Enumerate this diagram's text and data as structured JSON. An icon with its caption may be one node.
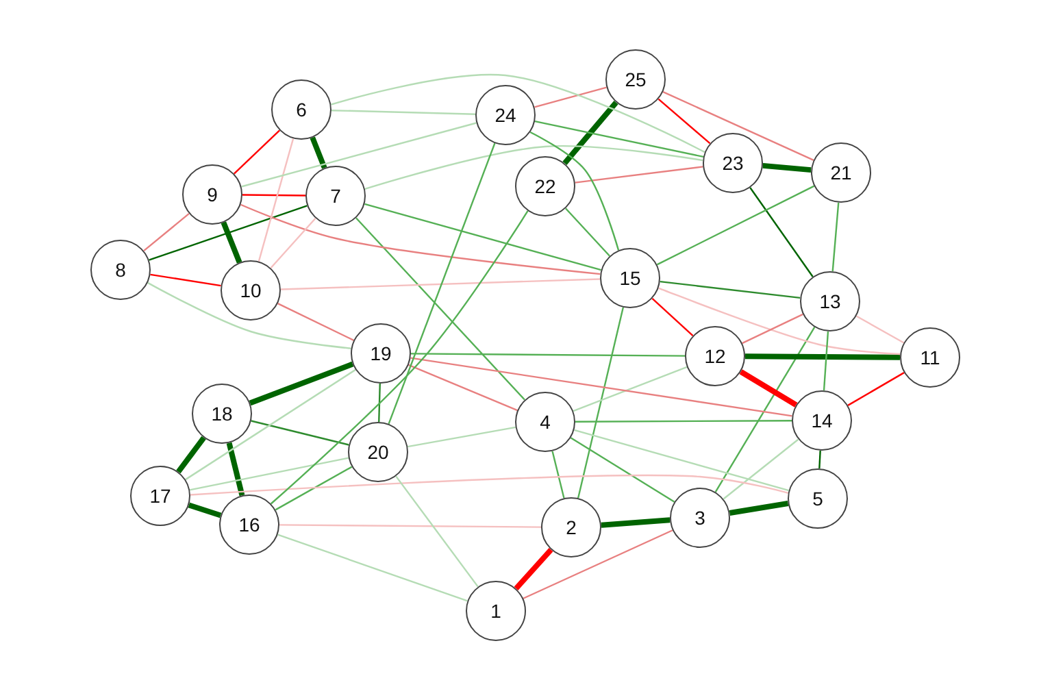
{
  "diagram": {
    "nodes": [
      {
        "text": [
          "1"
        ]
      },
      {
        "text": [
          "2"
        ]
      },
      {
        "text": [
          "3"
        ]
      },
      {
        "text": [
          "4"
        ]
      },
      {
        "text": [
          "5"
        ]
      },
      {
        "text": [
          "6"
        ]
      },
      {
        "text": [
          "7"
        ]
      },
      {
        "text": [
          "8"
        ]
      },
      {
        "text": [
          "9"
        ]
      },
      {
        "text": [
          "10"
        ]
      },
      {
        "text": [
          "11"
        ]
      },
      {
        "text": [
          "12"
        ]
      },
      {
        "text": [
          "13"
        ]
      },
      {
        "text": [
          "14"
        ]
      },
      {
        "text": [
          "15"
        ]
      },
      {
        "text": [
          "16"
        ]
      },
      {
        "text": [
          "17"
        ]
      },
      {
        "text": [
          "18"
        ]
      },
      {
        "text": [
          "19"
        ]
      },
      {
        "text": [
          "20"
        ]
      },
      {
        "text": [
          "21"
        ]
      },
      {
        "text": [
          "22"
        ]
      },
      {
        "text": [
          "23"
        ]
      },
      {
        "text": [
          "24"
        ]
      },
      {
        "text": [
          "25"
        ]
      }
    ],
    "edges": [
      {
        "from": 0,
        "to": 1,
        "arrow": "none",
        "style": "thick",
        "color": "#ff0000"
      },
      {
        "from": 0,
        "to": 2,
        "arrow": "none",
        "color": "#e88080"
      },
      {
        "from": 0,
        "to": 15,
        "arrow": "none",
        "color": "#b5dcb5"
      },
      {
        "from": 1,
        "to": 2,
        "arrow": "none",
        "style": "thick",
        "color": "#006400"
      },
      {
        "from": 2,
        "to": 4,
        "arrow": "none",
        "style": "thick",
        "color": "#006400"
      },
      {
        "from": 1,
        "to": 3,
        "arrow": "none"
      },
      {
        "from": 1,
        "to": 14,
        "arrow": "none"
      },
      {
        "from": 2,
        "to": 3,
        "arrow": "none"
      },
      {
        "from": 2,
        "to": 12,
        "arrow": "none"
      },
      {
        "from": 2,
        "to": 13,
        "arrow": "none",
        "color": "#b5dcb5"
      },
      {
        "from": 3,
        "to": 4,
        "arrow": "none",
        "color": "#b5dcb5"
      },
      {
        "from": 3,
        "to": 13,
        "arrow": "none"
      },
      {
        "from": 3,
        "to": 11,
        "arrow": "none",
        "color": "#b5dcb5"
      },
      {
        "from": 3,
        "to": 6,
        "arrow": "none"
      },
      {
        "from": 4,
        "to": 13,
        "arrow": "none",
        "color": "#006400"
      },
      {
        "from": 11,
        "to": 13,
        "arrow": "none",
        "style": "thick",
        "color": "#ff0000"
      },
      {
        "from": 10,
        "to": 13,
        "arrow": "none",
        "color": "#ff0000"
      },
      {
        "from": 10,
        "to": 11,
        "arrow": "none",
        "style": "thick",
        "color": "#006400"
      },
      {
        "from": 10,
        "to": 12,
        "arrow": "none",
        "color": "#f5c0c0"
      },
      {
        "from": 10,
        "to": 14,
        "arrow": "none",
        "color": "#f5c0c0"
      },
      {
        "from": 12,
        "to": 13,
        "arrow": "none"
      },
      {
        "from": 11,
        "to": 12,
        "arrow": "none",
        "color": "#e88080"
      },
      {
        "from": 11,
        "to": 14,
        "arrow": "none",
        "color": "#ff0000"
      },
      {
        "from": 12,
        "to": 14,
        "arrow": "none",
        "color": "#2e8b2e"
      },
      {
        "from": 12,
        "to": 22,
        "arrow": "none",
        "color": "#006400"
      },
      {
        "from": 12,
        "to": 20,
        "arrow": "none"
      },
      {
        "from": 14,
        "to": 20,
        "arrow": "none"
      },
      {
        "from": 14,
        "to": 21,
        "arrow": "none"
      },
      {
        "from": 20,
        "to": 22,
        "arrow": "none",
        "style": "thick",
        "color": "#006400"
      },
      {
        "from": 20,
        "to": 24,
        "arrow": "none",
        "color": "#e88080"
      },
      {
        "from": 22,
        "to": 24,
        "arrow": "none",
        "color": "#ff0000"
      },
      {
        "from": 21,
        "to": 24,
        "arrow": "none",
        "style": "thick",
        "color": "#006400"
      },
      {
        "from": 23,
        "to": 24,
        "arrow": "none",
        "color": "#e88080"
      },
      {
        "from": 21,
        "to": 22,
        "arrow": "none",
        "color": "#e88080"
      },
      {
        "from": 23,
        "to": 22,
        "arrow": "none"
      },
      {
        "from": 5,
        "to": 22,
        "arrow": "none",
        "color": "#b5dcb5"
      },
      {
        "from": 6,
        "to": 22,
        "arrow": "none",
        "color": "#b5dcb5"
      },
      {
        "from": 5,
        "to": 6,
        "arrow": "none",
        "style": "thick",
        "color": "#006400"
      },
      {
        "from": 5,
        "to": 8,
        "arrow": "none",
        "color": "#ff0000"
      },
      {
        "from": 6,
        "to": 8,
        "arrow": "none",
        "color": "#ff0000"
      },
      {
        "from": 7,
        "to": 8,
        "arrow": "none",
        "color": "#e88080"
      },
      {
        "from": 7,
        "to": 6,
        "arrow": "none",
        "color": "#006400"
      },
      {
        "from": 8,
        "to": 9,
        "arrow": "none",
        "style": "thick",
        "color": "#006400"
      },
      {
        "from": 7,
        "to": 9,
        "arrow": "none",
        "color": "#ff0000"
      },
      {
        "from": 7,
        "to": 18,
        "arrow": "none",
        "color": "#b5dcb5"
      },
      {
        "from": 9,
        "to": 18,
        "arrow": "none",
        "color": "#e88080"
      },
      {
        "from": 9,
        "to": 14,
        "arrow": "none",
        "color": "#f5c0c0"
      },
      {
        "from": 8,
        "to": 14,
        "arrow": "none",
        "color": "#e88080"
      },
      {
        "from": 6,
        "to": 14,
        "arrow": "none"
      },
      {
        "from": 5,
        "to": 9,
        "arrow": "none",
        "color": "#f5c0c0"
      },
      {
        "from": 6,
        "to": 9,
        "arrow": "none",
        "color": "#f5c0c0"
      },
      {
        "from": 18,
        "to": 11,
        "arrow": "none"
      },
      {
        "from": 18,
        "to": 13,
        "arrow": "none",
        "color": "#e88080"
      },
      {
        "from": 18,
        "to": 3,
        "arrow": "none",
        "color": "#e88080"
      },
      {
        "from": 17,
        "to": 18,
        "arrow": "none",
        "style": "thick",
        "color": "#006400"
      },
      {
        "from": 18,
        "to": 19,
        "arrow": "none",
        "color": "#2e8b2e"
      },
      {
        "from": 17,
        "to": 19,
        "arrow": "none",
        "color": "#2e8b2e"
      },
      {
        "from": 16,
        "to": 17,
        "arrow": "none",
        "style": "thick",
        "color": "#006400"
      },
      {
        "from": 15,
        "to": 17,
        "arrow": "none",
        "style": "thick",
        "color": "#006400"
      },
      {
        "from": 15,
        "to": 16,
        "arrow": "none",
        "style": "thick",
        "color": "#006400"
      },
      {
        "from": 15,
        "to": 19,
        "arrow": "none"
      },
      {
        "from": 15,
        "to": 1,
        "arrow": "none",
        "color": "#f5c0c0"
      },
      {
        "from": 16,
        "to": 4,
        "arrow": "none",
        "color": "#f5c0c0"
      },
      {
        "from": 16,
        "to": 19,
        "arrow": "none",
        "color": "#b5dcb5"
      },
      {
        "from": 16,
        "to": 18,
        "arrow": "none",
        "color": "#b5dcb5"
      },
      {
        "from": 19,
        "to": 3,
        "arrow": "none",
        "color": "#b5dcb5"
      },
      {
        "from": 23,
        "to": 19,
        "arrow": "none"
      },
      {
        "from": 21,
        "to": 15,
        "arrow": "none"
      },
      {
        "from": 5,
        "to": 23,
        "arrow": "none",
        "color": "#b5dcb5"
      },
      {
        "from": 8,
        "to": 23,
        "arrow": "none",
        "color": "#b5dcb5"
      },
      {
        "from": 23,
        "to": 14,
        "arrow": "none"
      },
      {
        "from": 19,
        "to": 0,
        "arrow": "none",
        "color": "#b5dcb5"
      }
    ]
  }
}
